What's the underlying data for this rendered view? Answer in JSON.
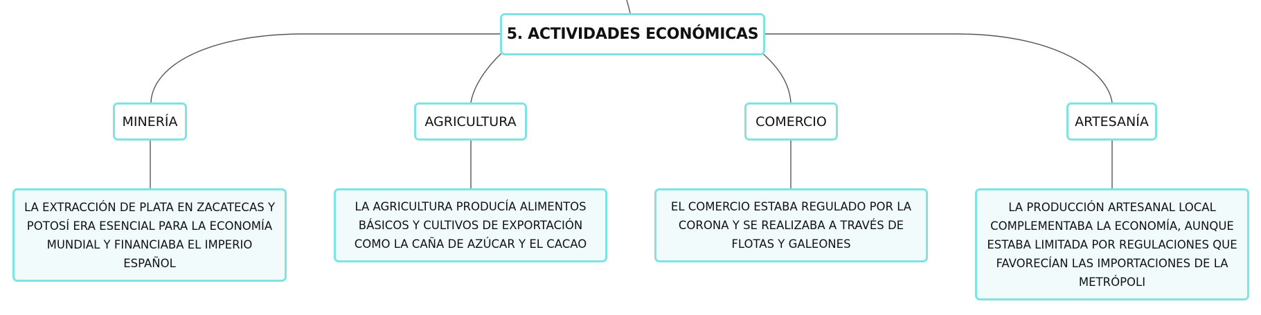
{
  "root": {
    "label": "5. ACTIVIDADES ECONÓMICAS"
  },
  "topics": [
    {
      "label": "MINERÍA",
      "detail": "LA EXTRACCIÓN DE PLATA EN ZACATECAS Y POTOSÍ ERA ESENCIAL PARA LA ECONOMÍA MUNDIAL Y FINANCIABA EL IMPERIO ESPAÑOL"
    },
    {
      "label": "AGRICULTURA",
      "detail": "LA AGRICULTURA PRODUCÍA ALIMENTOS BÁSICOS Y CULTIVOS DE EXPORTACIÓN COMO LA CAÑA DE AZÚCAR Y EL CACAO"
    },
    {
      "label": "COMERCIO",
      "detail": "EL COMERCIO ESTABA REGULADO POR LA CORONA Y SE REALIZABA A TRAVÉS DE FLOTAS Y GALEONES"
    },
    {
      "label": "ARTESANÍA",
      "detail": "LA PRODUCCIÓN ARTESANAL LOCAL COMPLEMENTABA LA ECONOMÍA, AUNQUE ESTABA LIMITADA POR REGULACIONES QUE FAVORECÍAN LAS IMPORTACIONES DE LA METRÓPOLI"
    }
  ],
  "colors": {
    "node_border": "#7fe3e3",
    "detail_fill": "#f1fbfb",
    "connector": "#555555"
  }
}
